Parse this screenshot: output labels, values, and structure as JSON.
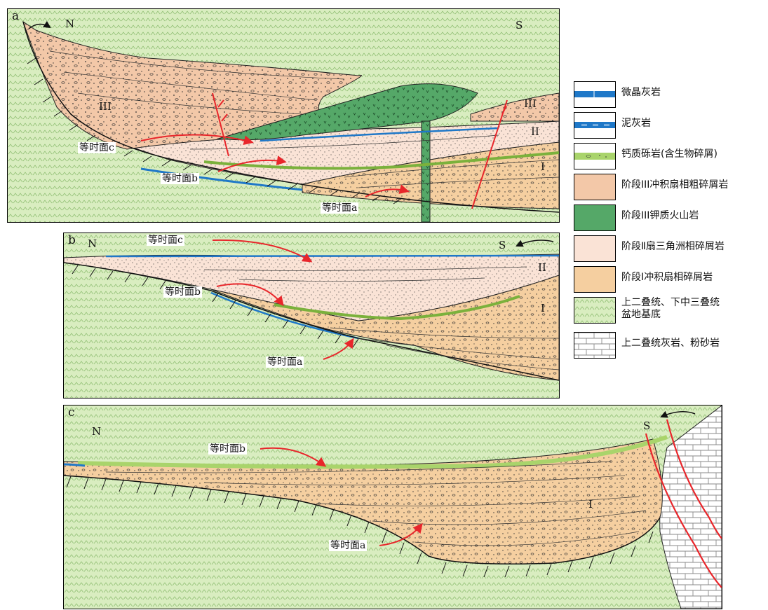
{
  "panels": {
    "a": {
      "letter": "a",
      "north": "N",
      "south": "S",
      "iso_c": "等时面c",
      "iso_b": "等时面b",
      "iso_a": "等时面a",
      "stage3_left": "III",
      "stage3_right": "III",
      "stage2": "II",
      "stage1": "I"
    },
    "b": {
      "letter": "b",
      "north": "N",
      "south": "S",
      "iso_c": "等时面c",
      "iso_b": "等时面b",
      "iso_a": "等时面a",
      "stage2": "II",
      "stage1": "I"
    },
    "c": {
      "letter": "c",
      "north": "N",
      "south": "S",
      "iso_b": "等时面b",
      "iso_a": "等时面a",
      "stage1": "I"
    }
  },
  "legend": [
    {
      "label": "微晶灰岩",
      "swatch": "micrite",
      "color": "#1f78c8"
    },
    {
      "label": "泥灰岩",
      "swatch": "marl",
      "color": "#1f78c8"
    },
    {
      "label": "钙质砾岩(含生物碎屑)",
      "swatch": "calc-conglomerate",
      "color": "#a9d46b"
    },
    {
      "label": "阶段III冲积扇相粗碎屑岩",
      "swatch": "stage3-fan",
      "color": "#f3c8a8"
    },
    {
      "label": "阶段III钾质火山岩",
      "swatch": "volcanic",
      "color": "#55a868"
    },
    {
      "label": "阶段Ⅱ扇三角洲相碎屑岩",
      "swatch": "stage2-fandelta",
      "color": "#fae3d6"
    },
    {
      "label": "阶段Ⅰ冲积扇相碎屑岩",
      "swatch": "stage1-fan",
      "color": "#f5cfa0"
    },
    {
      "label_line1": "上二叠统、下中三叠统",
      "label_line2": "盆地基底",
      "swatch": "basement",
      "color": "#d9edc0"
    },
    {
      "label": "上二叠统灰岩、粉砂岩",
      "swatch": "limestone",
      "color": "#ffffff"
    }
  ]
}
